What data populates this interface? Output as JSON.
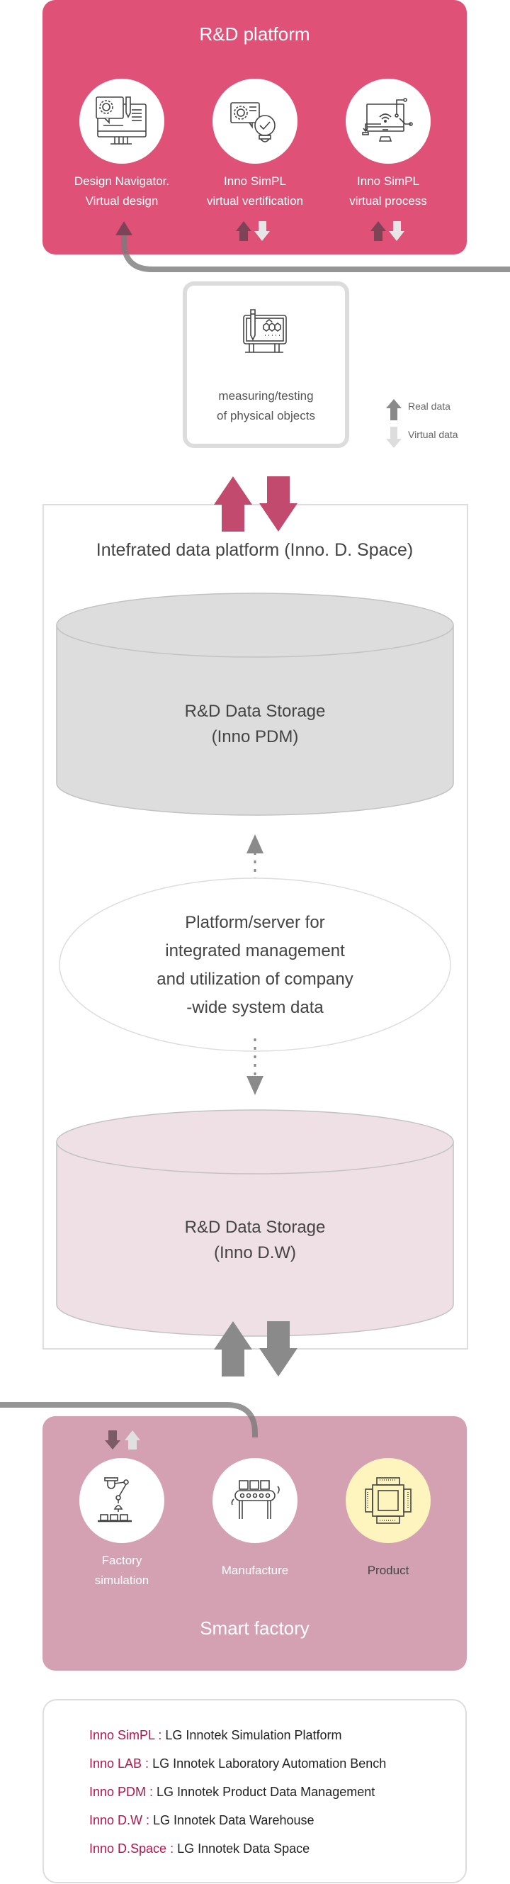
{
  "colors": {
    "rd_platform_bg": "#e05178",
    "smart_factory_bg": "#d3a1b1",
    "real_arrow_on_pink": "#7d4457",
    "virtual_arrow": "#e0e0e0",
    "real_arrow_gray": "#8a8a8a",
    "crimson_arrow": "#c14a6e",
    "pdm_cylinder": "#dddddd",
    "dw_cylinder": "#efe0e6",
    "product_circle": "#fdf5bd",
    "glossary_term": "#b3154b"
  },
  "rd_platform": {
    "title": "R&D platform",
    "items": [
      {
        "icon": "design-monitor-icon",
        "line1": "Design Navigator.",
        "line2": "Virtual design"
      },
      {
        "icon": "verification-bulb-icon",
        "line1": "Inno SimPL",
        "line2": "virtual vertification"
      },
      {
        "icon": "process-monitor-icon",
        "line1": "Inno SimPL",
        "line2": "virtual process"
      }
    ]
  },
  "measuring": {
    "icon": "test-board-icon",
    "line1": "measuring/testing",
    "line2": "of physical objects"
  },
  "legend": {
    "real": "Real data",
    "virtual": "Virtual data"
  },
  "integrated_platform": {
    "title": "Intefrated data platform (Inno. D. Space)",
    "pdm_storage": {
      "line1": "R&D Data Storage",
      "line2": "(Inno PDM)"
    },
    "server": {
      "line1": "Platform/server for",
      "line2": "integrated management",
      "line3": "and utilization of company",
      "line4": "-wide system data"
    },
    "dw_storage": {
      "line1": "R&D Data Storage",
      "line2": "(Inno D.W)"
    }
  },
  "smart_factory": {
    "title": "Smart factory",
    "items": [
      {
        "icon": "robot-arm-icon",
        "line1": "Factory",
        "line2": "simulation"
      },
      {
        "icon": "conveyor-icon",
        "line1": "Manufacture"
      },
      {
        "icon": "chip-icon",
        "line1": "Product"
      }
    ]
  },
  "glossary": [
    {
      "term": "Inno SimPL : ",
      "definition": "LG Innotek Simulation Platform"
    },
    {
      "term": "Inno LAB : ",
      "definition": "LG Innotek Laboratory Automation Bench"
    },
    {
      "term": "Inno PDM : ",
      "definition": "LG Innotek Product Data Management"
    },
    {
      "term": "Inno D.W : ",
      "definition": "LG Innotek Data Warehouse"
    },
    {
      "term": "Inno D.Space : ",
      "definition": "LG Innotek Data Space"
    }
  ]
}
